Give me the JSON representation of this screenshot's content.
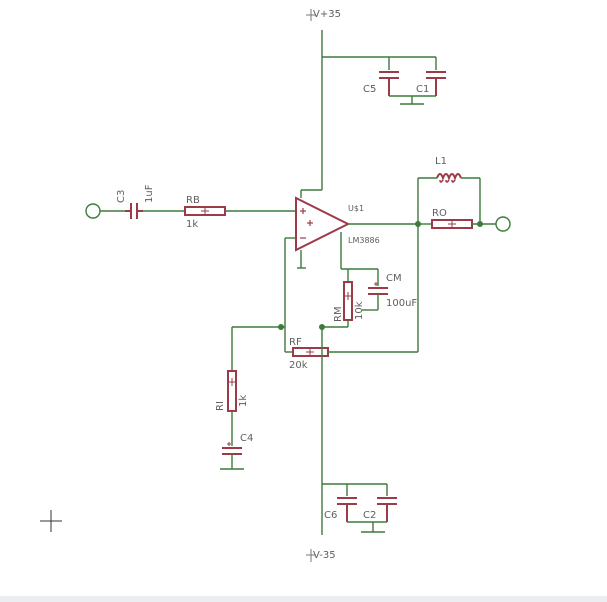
{
  "schematic": {
    "supply_pos": "V+35",
    "supply_neg": "V-35",
    "amp_name": "U$1",
    "amp_value": "LM3886",
    "c3": {
      "name": "C3",
      "value": "1uF"
    },
    "rb": {
      "name": "RB",
      "value": "1k"
    },
    "rf": {
      "name": "RF",
      "value": "20k"
    },
    "ri": {
      "name": "RI",
      "value": "1k"
    },
    "rm": {
      "name": "RM",
      "value": "10k"
    },
    "cm": {
      "name": "CM",
      "value": "100uF"
    },
    "ro": {
      "name": "RO"
    },
    "l1": {
      "name": "L1"
    },
    "c1": {
      "name": "C1"
    },
    "c2": {
      "name": "C2"
    },
    "c4": {
      "name": "C4"
    },
    "c5": {
      "name": "C5"
    },
    "c6": {
      "name": "C6"
    }
  },
  "colors": {
    "wire": "#3c7b3c",
    "part": "#9c3a47",
    "label": "#5e5e5e"
  }
}
